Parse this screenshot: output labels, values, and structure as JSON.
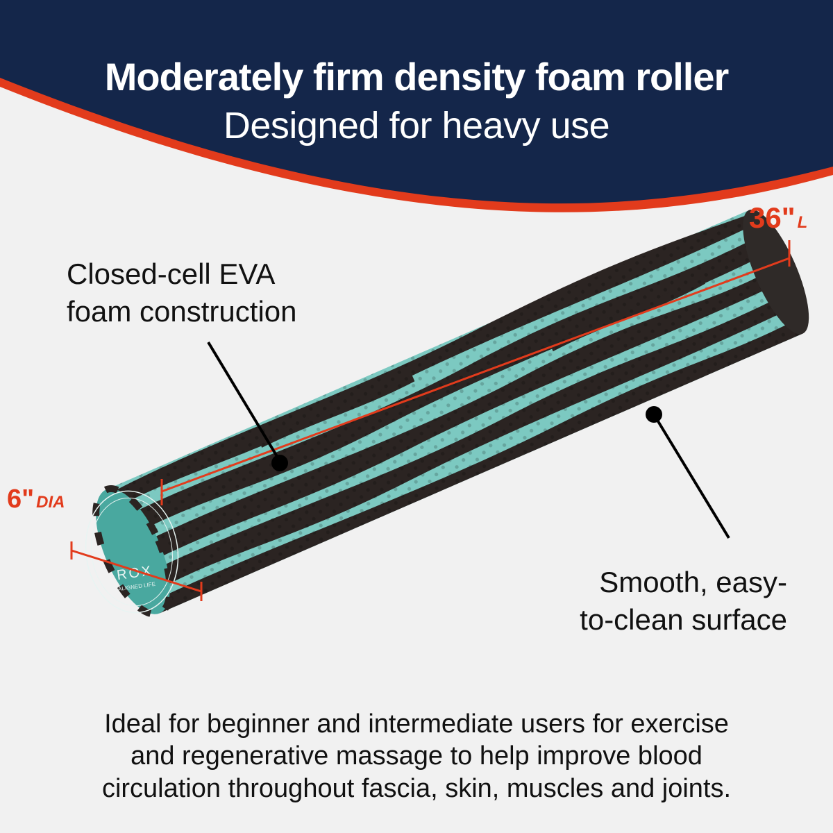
{
  "header": {
    "headline": "Moderately firm density foam roller",
    "subhead": "Designed for heavy use"
  },
  "callouts": {
    "eva": [
      "Closed-cell EVA",
      "foam construction"
    ],
    "smooth": [
      "Smooth, easy-",
      "to-clean surface"
    ]
  },
  "dimensions": {
    "length_value": "36\"",
    "length_unit": "L",
    "diameter_value": "6\"",
    "diameter_unit": "DIA"
  },
  "logo": {
    "brand": "ROX",
    "tagline": "ALIGNED LIFE"
  },
  "footer": [
    "Ideal for beginner and intermediate users for exercise",
    "and regenerative massage to help improve blood",
    "circulation throughout fascia, skin, muscles and joints."
  ],
  "colors": {
    "navy": "#14264a",
    "accent_red": "#e23b1c",
    "roller_teal": "#7cc9c1",
    "roller_dark": "#2b2422",
    "background": "#f1f1f1"
  }
}
